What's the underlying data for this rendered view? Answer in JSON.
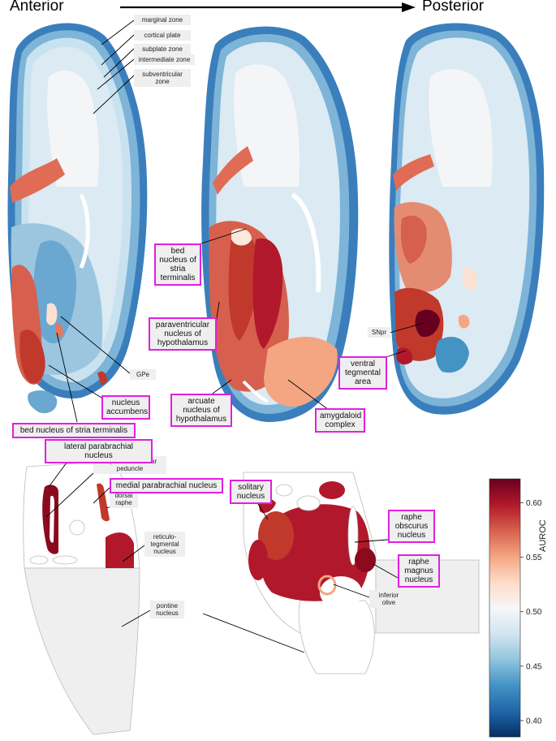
{
  "header": {
    "anterior": "Anterior",
    "posterior": "Posterior"
  },
  "labels": {
    "marginal_zone": "marginal zone",
    "cortical_plate": "cortical plate",
    "subplate_zone": "subplate zone",
    "intermediate_zone": "intermediate zone",
    "subventricular_zone": "subventricular zone",
    "gpe": "GPe",
    "nucleus_accumbens": "nucleus accumbens",
    "bnst_long": "bed nucleus of stria terminalis",
    "bnst": "bed nucleus of stria terminalis",
    "paraventricular": "paraventricular nucleus of hypothalamus",
    "arcuate": "arcuate nucleus of hypothalamus",
    "amygdaloid": "amygdaloid complex",
    "snpr": "SNpr",
    "vta": "ventral tegmental area",
    "lateral_parabrachial": "lateral parabrachial nucleus",
    "superior_cerebellar_peduncle": "superior cerebellar peduncle",
    "medial_parabrachial": "medial parabrachial nucleus",
    "dorsal_raphe": "dorsal raphe",
    "reticulotegmental": "reticulo-tegmental nucleus",
    "pontine": "pontine nucleus",
    "solitary": "solitary nucleus",
    "raphe_obscurus": "raphe obscurus nucleus",
    "raphe_magnus": "raphe magnus nucleus",
    "inferior_olive": "inferior olive"
  },
  "colorbar": {
    "title": "AUROC",
    "ticks": [
      "0.60",
      "0.55",
      "0.50",
      "0.45",
      "0.40"
    ],
    "range": [
      0.385,
      0.622
    ],
    "colors": [
      "#053061",
      "#2166ac",
      "#4393c3",
      "#92c5de",
      "#d1e5f0",
      "#f7f7f7",
      "#fddbc7",
      "#f4a582",
      "#d6604d",
      "#b2182b",
      "#67001f"
    ]
  }
}
